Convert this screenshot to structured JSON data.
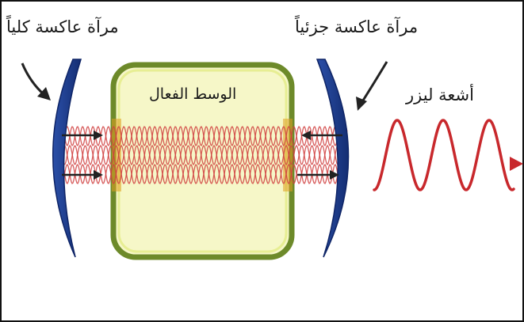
{
  "labels": {
    "full_mirror": "مرآة عاكسة كلياً",
    "partial_mirror": "مرآة عاكسة جزئياً",
    "active_medium": "الوسط الفعال",
    "laser_beam": "أشعة ليزر"
  },
  "colors": {
    "mirror": "#1f3f8f",
    "medium_border": "#6d8a2a",
    "medium_fill": "#f6f7c8",
    "wave": "#d04040",
    "laser": "#c8282c",
    "arrow": "#222222",
    "contact": "#e0a020"
  }
}
